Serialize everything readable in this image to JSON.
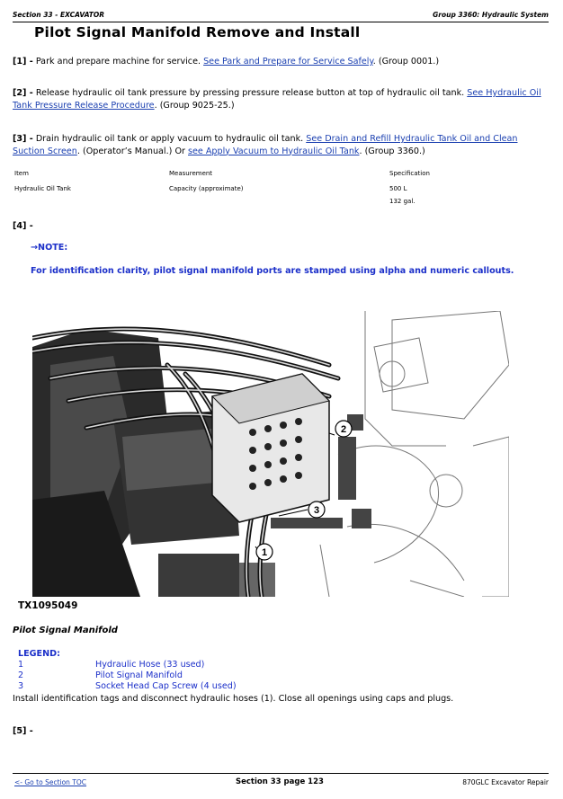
{
  "header": {
    "section": "Section 33 - EXCAVATOR",
    "group": "Group 3360: Hydraulic System"
  },
  "title": "Pilot Signal Manifold Remove and Install",
  "steps": [
    {
      "num": "[1] -",
      "text": " Park and prepare machine for service. ",
      "link": "See Park and Prepare for Service Safely",
      "after": ". (Group 0001.)"
    },
    {
      "num": "[2] -",
      "text": " Release hydraulic oil tank pressure by pressing pressure release button at top of hydraulic oil tank. ",
      "link": "See Hydraulic Oil Tank Pressure Release Procedure",
      "after": ". (Group 9025-25.)"
    },
    {
      "num": "[3] -",
      "text": " Drain hydraulic oil tank or apply vacuum to hydraulic oil tank. ",
      "link": "See Drain and Refill Hydraulic Tank Oil and Clean Suction Screen",
      "middle": ". (Operator’s Manual.) Or ",
      "link2": "see Apply Vacuum to Hydraulic Oil Tank",
      "after": ". (Group 3360.)"
    },
    {
      "num": "[4] -"
    },
    {
      "num": "[5] -"
    }
  ],
  "spec_table": {
    "headers": [
      "Item",
      "Measurement",
      "Specification"
    ],
    "row": {
      "item": "Hydraulic Oil Tank",
      "measurement": "Capacity (approximate)",
      "spec1": "500 L",
      "spec2": "132 gal."
    }
  },
  "note": {
    "heading": "→NOTE:",
    "text": "For identification clarity, pilot signal manifold ports are stamped using alpha and numeric callouts."
  },
  "figure": {
    "id": "TX1095049",
    "caption": "Pilot Signal Manifold",
    "callouts": [
      "1",
      "2",
      "3"
    ]
  },
  "legend": {
    "heading": "LEGEND:",
    "items": [
      {
        "num": "1",
        "label": "Hydraulic Hose (33 used)"
      },
      {
        "num": "2",
        "label": "Pilot Signal Manifold"
      },
      {
        "num": "3",
        "label": "Socket Head Cap Screw (4 used)"
      }
    ]
  },
  "instruction": "Install identification tags and disconnect hydraulic hoses (1). Close all openings using caps and plugs.",
  "footer": {
    "toc_link": "<- Go to Section TOC",
    "page": "Section 33 page 123",
    "model": "870GLC Excavator Repair"
  }
}
